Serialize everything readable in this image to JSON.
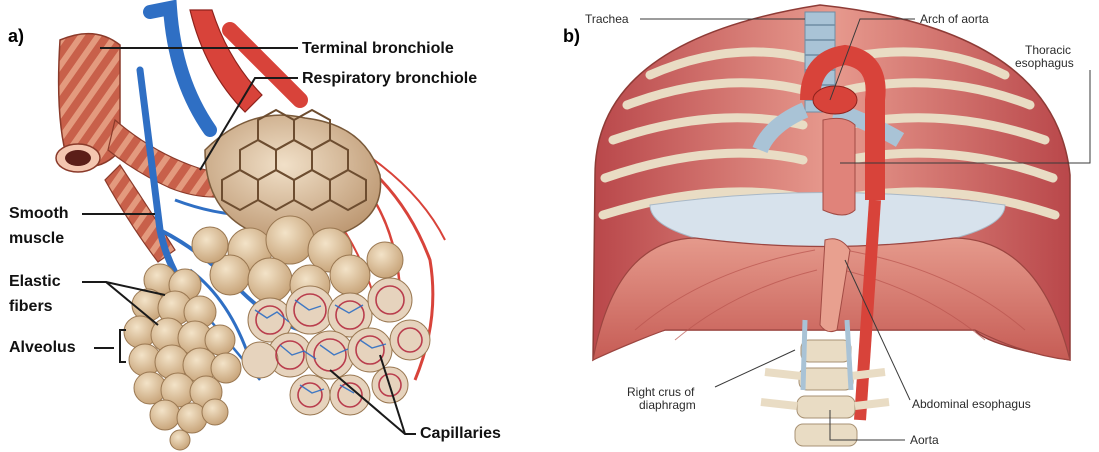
{
  "figure": {
    "panel_a": {
      "letter": "a)",
      "labels": {
        "terminal_bronchiole": "Terminal bronchiole",
        "respiratory_bronchiole": "Respiratory  bronchiole",
        "smooth_muscle_line1": "Smooth",
        "smooth_muscle_line2": "muscle",
        "elastic_fibers_line1": "Elastic",
        "elastic_fibers_line2": "fibers",
        "alveolus": "Alveolus",
        "capillaries": "Capillaries"
      }
    },
    "panel_b": {
      "letter": "b)",
      "labels": {
        "trachea": "Trachea",
        "arch_of_aorta": "Arch of aorta",
        "thoracic_esophagus_line1": "Thoracic",
        "thoracic_esophagus_line2": "esophagus",
        "right_crus_line1": "Right crus of",
        "right_crus_line2": "diaphragm",
        "abdominal_esophagus": "Abdominal esophagus",
        "aorta": "Aorta"
      }
    }
  },
  "colors": {
    "artery_red": "#d8433a",
    "vein_blue": "#2f6fc4",
    "bronchiole_muscle": "#c8604a",
    "alveolus_tan": "#e3ccab",
    "diaphragm_muscle": "#d9756a",
    "rib_bone": "#e9dcc4",
    "trachea_blue": "#a9c3d6",
    "leader_line": "#1a1a1a"
  }
}
